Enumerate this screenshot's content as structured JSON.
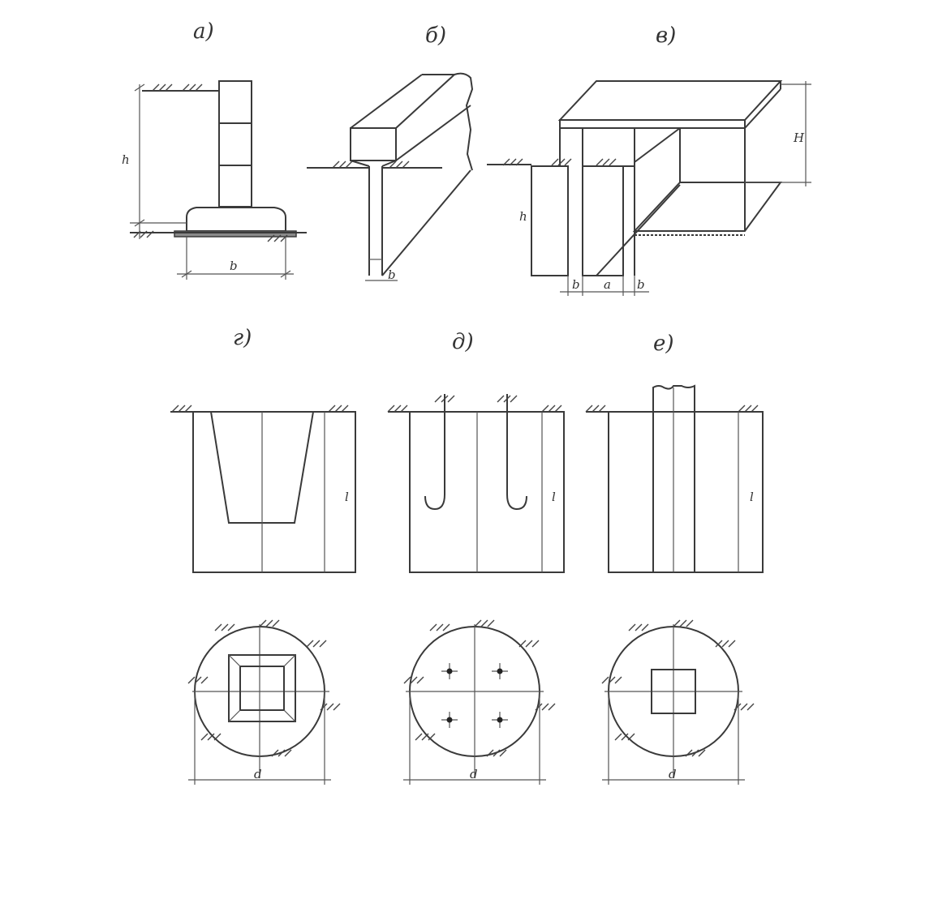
{
  "panels": [
    {
      "id": "a",
      "label": "а)"
    },
    {
      "id": "b",
      "label": "б)"
    },
    {
      "id": "v",
      "label": "в)"
    },
    {
      "id": "g",
      "label": "г)"
    },
    {
      "id": "d",
      "label": "д)"
    },
    {
      "id": "e",
      "label": "е)"
    }
  ],
  "dimensions": {
    "a_h": "h",
    "a_base_b": "b",
    "b_width": "b",
    "v_H": "H",
    "v_h": "h",
    "v_b1": "b",
    "v_a": "a",
    "v_b2": "b",
    "g_l": "l",
    "d_l": "l",
    "e_l": "l",
    "g_d": "d",
    "d_d": "d",
    "e_d": "d"
  },
  "colors": {
    "ink": "#3a3a3a",
    "paper": "#ffffff"
  }
}
